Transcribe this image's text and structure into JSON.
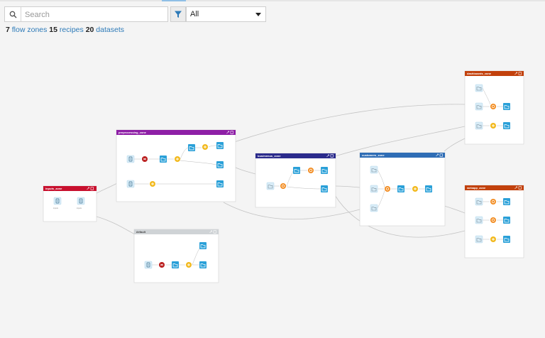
{
  "toolbar": {
    "search_placeholder": "Search",
    "filter_value": "All"
  },
  "stats": {
    "zones_count": "7",
    "zones_label": "flow zones",
    "recipes_count": "15",
    "recipes_label": "recipes",
    "datasets_count": "20",
    "datasets_label": "datasets"
  },
  "zones": {
    "inputs": "inputs_zone",
    "preprocessing": "preprocessing_zone",
    "default": "default",
    "bus": "bus/menus_zone",
    "customers": "customers_zone",
    "dashboards": "dashboards_zone",
    "webapp": "webapp_zone"
  },
  "colors": {
    "inputs": "#c8102e",
    "preprocessing": "#8e1fa6",
    "default": "#cfd3d6",
    "bus": "#2b2b8c",
    "customers": "#2f6db5",
    "dashboards": "#c2410c",
    "webapp": "#c2410c",
    "dataset": "#2aa0d8",
    "recipe_yellow": "#f2b91d",
    "recipe_orange": "#f28a1d",
    "recipe_red": "#b91c1c"
  }
}
